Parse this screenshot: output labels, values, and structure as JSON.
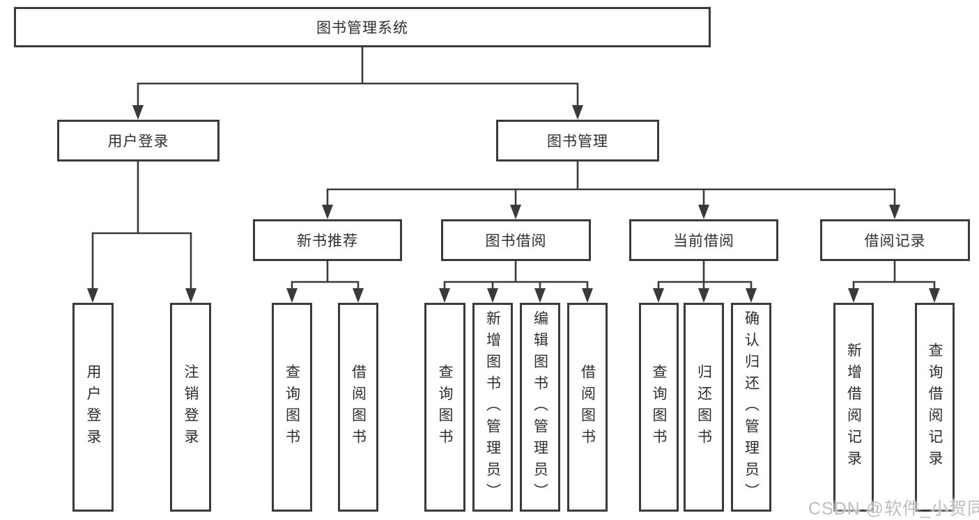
{
  "diagram": {
    "title": "图书管理系统",
    "root": {
      "label": "图书管理系统"
    },
    "branches": [
      {
        "label": "用户登录",
        "children": [
          {
            "label": "用户登录"
          },
          {
            "label": "注销登录"
          }
        ]
      },
      {
        "label": "图书管理",
        "children": [
          {
            "label": "新书推荐",
            "children": [
              {
                "label": "查询图书"
              },
              {
                "label": "借阅图书"
              }
            ]
          },
          {
            "label": "图书借阅",
            "children": [
              {
                "label": "查询图书"
              },
              {
                "label": "新增图书（管理员）"
              },
              {
                "label": "编辑图书（管理员）"
              },
              {
                "label": "借阅图书"
              }
            ]
          },
          {
            "label": "当前借阅",
            "children": [
              {
                "label": "查询图书"
              },
              {
                "label": "归还图书"
              },
              {
                "label": "确认归还（管理员）"
              }
            ]
          },
          {
            "label": "借阅记录",
            "children": [
              {
                "label": "新增借阅记录"
              },
              {
                "label": "查询借阅记录"
              }
            ]
          }
        ]
      }
    ]
  },
  "watermark": {
    "text": "CSDN @软件_小贺同学"
  },
  "colors": {
    "line": "#3a3a3a",
    "text": "#2e2e2e",
    "watermark": "#bdbdbd",
    "background": "#ffffff"
  }
}
